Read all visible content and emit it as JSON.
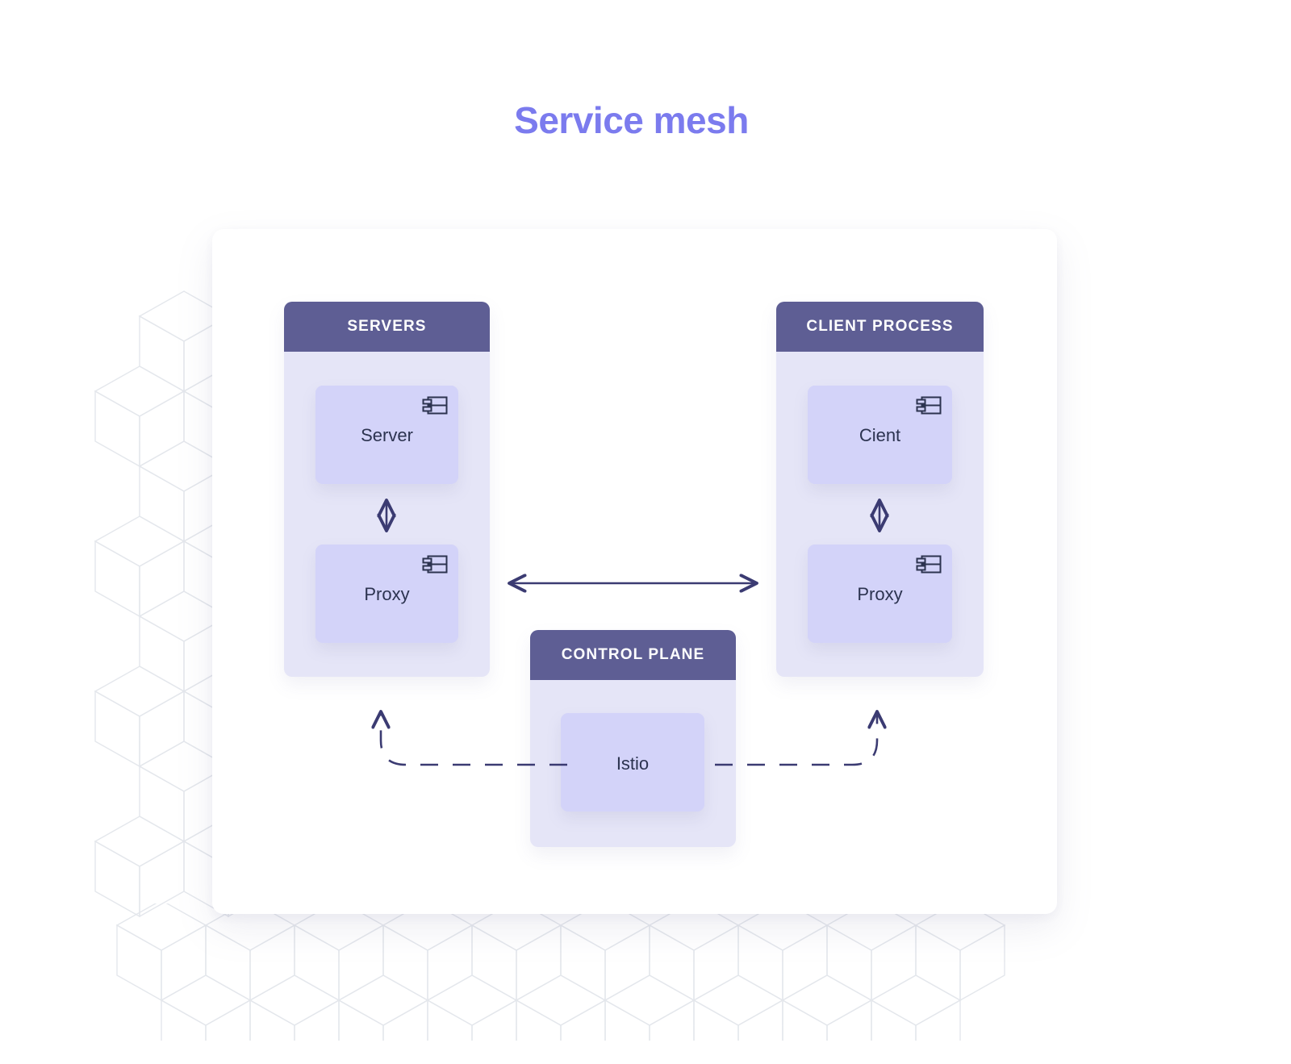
{
  "page": {
    "title": "Service mesh",
    "background_color": "#ffffff",
    "title_color": "#7b7bee"
  },
  "colors": {
    "panel_header": "#5e5e94",
    "panel_body": "#e5e5f7",
    "node_box": "#d3d3f9",
    "node_text": "#2c3350",
    "arrow": "#3b3b72",
    "card": "#ffffff",
    "deco_line": "#e9ebef"
  },
  "diagram": {
    "type": "architecture-diagram",
    "panels": [
      {
        "id": "servers",
        "header": "SERVERS",
        "nodes": [
          {
            "id": "server",
            "label": "Server",
            "icon": "uml-component-icon"
          },
          {
            "id": "proxy-left",
            "label": "Proxy",
            "icon": "uml-component-icon"
          }
        ]
      },
      {
        "id": "client-process",
        "header": "CLIENT PROCESS",
        "nodes": [
          {
            "id": "client",
            "label": "Cient",
            "icon": "uml-component-icon"
          },
          {
            "id": "proxy-right",
            "label": "Proxy",
            "icon": "uml-component-icon"
          }
        ]
      },
      {
        "id": "control-plane",
        "header": "CONTROL PLANE",
        "nodes": [
          {
            "id": "istio",
            "label": "Istio",
            "icon": null
          }
        ]
      }
    ],
    "connectors": [
      {
        "id": "server-proxy-left",
        "from": "server",
        "to": "proxy-left",
        "style": "solid",
        "arrows": "both",
        "orientation": "vertical"
      },
      {
        "id": "client-proxy-right",
        "from": "client",
        "to": "proxy-right",
        "style": "solid",
        "arrows": "both",
        "orientation": "vertical"
      },
      {
        "id": "proxy-to-proxy",
        "from": "proxy-left",
        "to": "proxy-right",
        "style": "solid",
        "arrows": "both",
        "orientation": "horizontal"
      },
      {
        "id": "istio-to-servers",
        "from": "istio",
        "to": "servers",
        "style": "dashed",
        "arrows": "end",
        "orientation": "elbow-left"
      },
      {
        "id": "istio-to-client",
        "from": "istio",
        "to": "client-process",
        "style": "dashed",
        "arrows": "end",
        "orientation": "elbow-right"
      }
    ]
  }
}
